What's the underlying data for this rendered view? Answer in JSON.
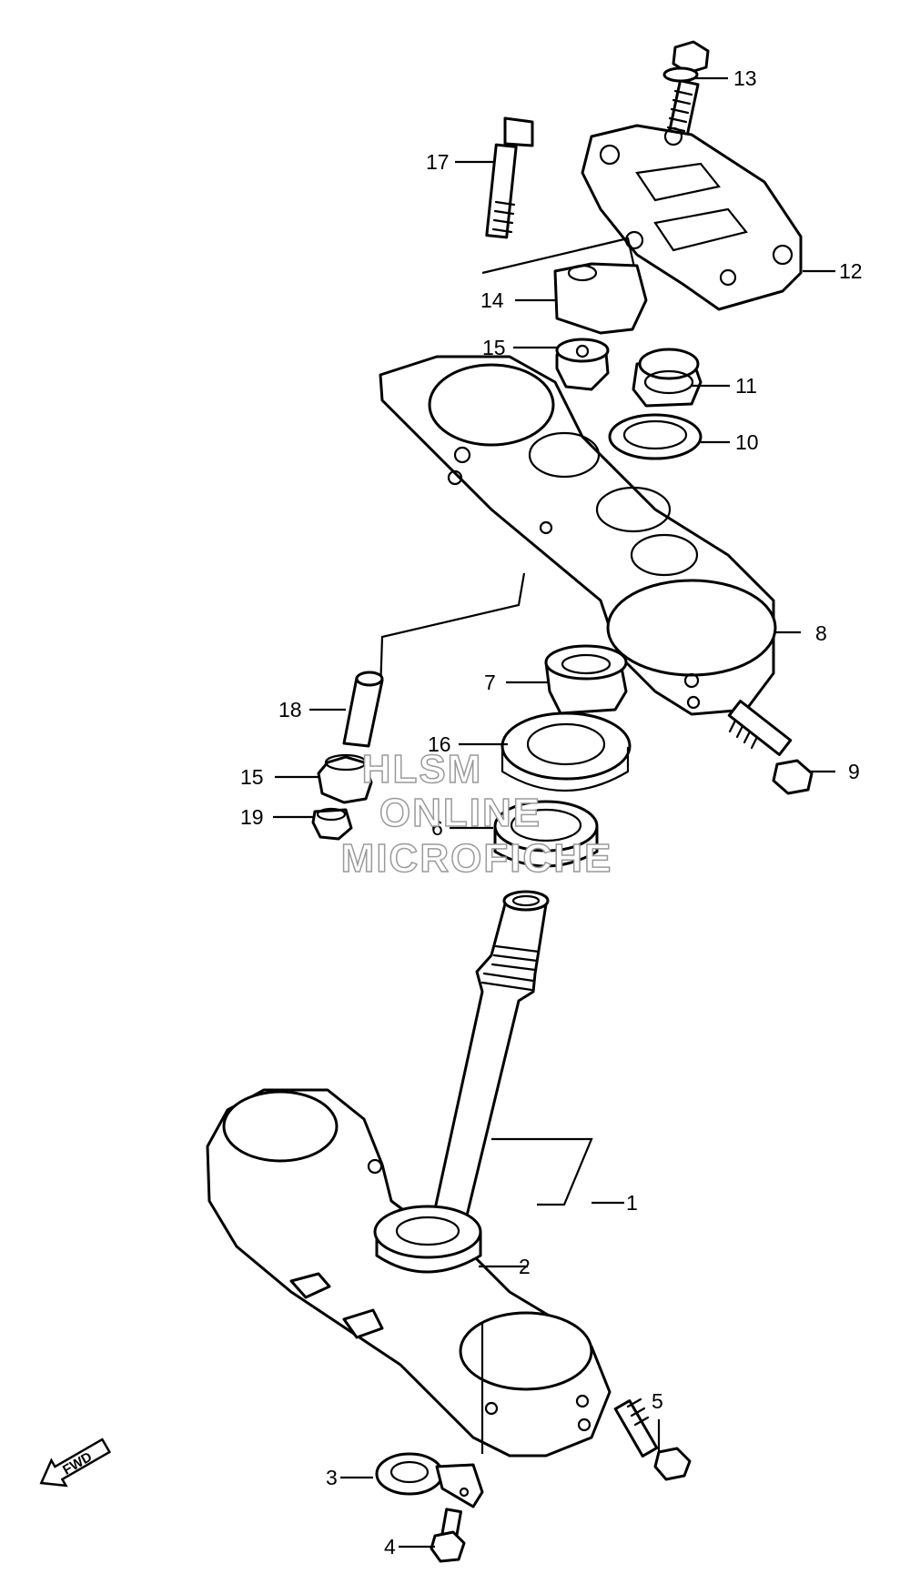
{
  "callouts": [
    "1",
    "2",
    "3",
    "4",
    "5",
    "6",
    "7",
    "8",
    "9",
    "10",
    "11",
    "12",
    "13",
    "14",
    "15",
    "16",
    "17",
    "18",
    "19"
  ],
  "callout_15_lower": "15",
  "watermark": {
    "line1": "HLSM",
    "line2": "ONLINE",
    "line3": "MICROFICHE"
  },
  "fwd_label": "FWD"
}
